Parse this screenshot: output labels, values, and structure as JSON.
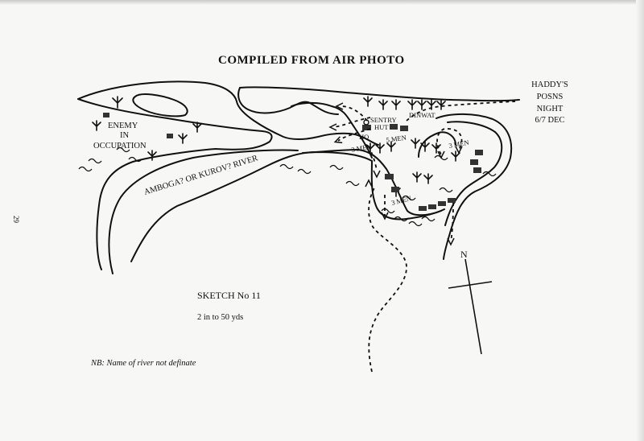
{
  "map": {
    "title": "COMPILED FROM AIR PHOTO",
    "header_note": {
      "line1": "HADDY'S",
      "line2": "POSNS",
      "line3": "NIGHT",
      "line4": "6/7 DEC"
    },
    "sketch_label": "SKETCH No 11",
    "scale": "2 in to 50 yds",
    "footnote": "NB: Name of river not definate",
    "page_number": "29",
    "compass_label": "N",
    "labels": {
      "enemy_line1": "ENEMY",
      "enemy_line2": "IN",
      "enemy_line3": "OCCUPATION",
      "river": "AMBOGA? OR KUROV? RIVER",
      "sentry_line1": "SENTRY",
      "sentry_line2": "HUT",
      "hq": "HQ",
      "dinwat": "DINWAT",
      "men_3_left": "3 MEN",
      "men_5": "5 MEN",
      "men_3_right": "3 MEN",
      "men_3_bottom": "3 MEN"
    }
  }
}
